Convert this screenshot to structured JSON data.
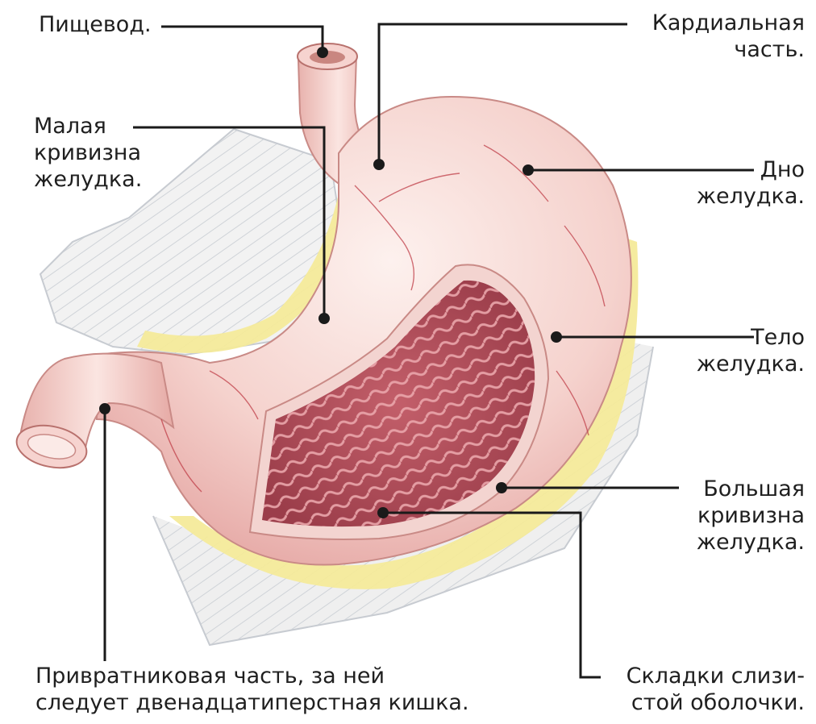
{
  "labels": {
    "esophagus": "Пищевод.",
    "cardia": "Кардиальная\nчасть.",
    "lesser_curvature": "Малая\nкривизна\nжелудка.",
    "fundus": "Дно\nжелудка.",
    "body": "Тело\nжелудка.",
    "greater_curvature": "Большая\nкривизна\nжелудка.",
    "pylorus": "Привратниковая часть, за ней\nследует двенадцатиперстная кишка.",
    "mucosa_folds": "Складки слизи-\nстой оболочки."
  },
  "colors": {
    "stomach_outer": "#f2c7c2",
    "stomach_light": "#fbe5e1",
    "mucosa": "#b5505c",
    "mucosa_fold": "#e9a5aa",
    "fat": "#f4ea9a",
    "omentum": "#eeeeee",
    "leader_line": "#1a1a1a"
  }
}
